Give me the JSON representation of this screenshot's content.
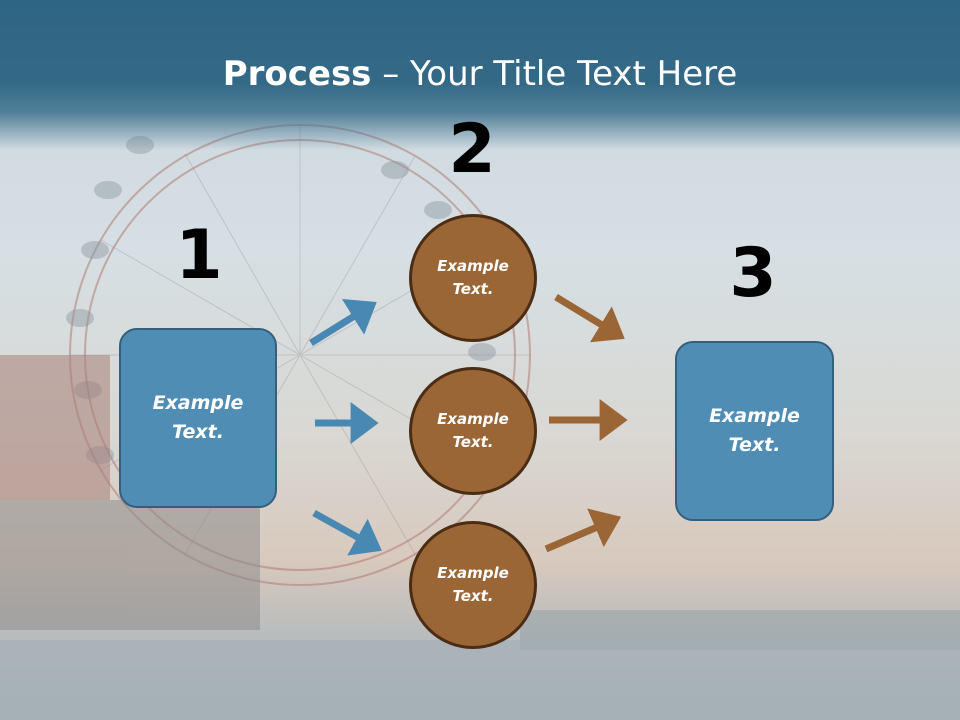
{
  "title": {
    "bold": "Process",
    "rest": " – Your Title Text Here"
  },
  "steps": {
    "one": "1",
    "two": "2",
    "three": "3"
  },
  "left_box": {
    "line1": "Example",
    "line2": "Text."
  },
  "circles": [
    {
      "line1": "Example",
      "line2": "Text."
    },
    {
      "line1": "Example",
      "line2": "Text."
    },
    {
      "line1": "Example",
      "line2": "Text."
    }
  ],
  "right_box": {
    "line1": "Example",
    "line2": "Text."
  },
  "colors": {
    "header": "#2f6584",
    "box": "#4f8db4",
    "circle": "#9b6636",
    "arrow_blue": "#4a88b4",
    "arrow_brown": "#9b6636"
  }
}
